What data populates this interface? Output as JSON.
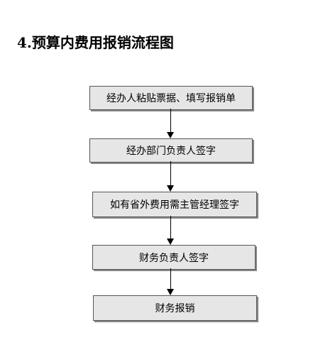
{
  "title": "4.预算内费用报销流程图",
  "steps": [
    {
      "label": "经办人粘贴票据、填写报销单"
    },
    {
      "label": "经办部门负责人签字"
    },
    {
      "label": "如有省外费用需主管经理签字"
    },
    {
      "label": "财务负责人签字"
    },
    {
      "label": "财务报销"
    }
  ],
  "colors": {
    "box_fill": "#e6e6e6",
    "box_border": "#555555",
    "box_shadow": "#888888",
    "arrow": "#000000"
  }
}
